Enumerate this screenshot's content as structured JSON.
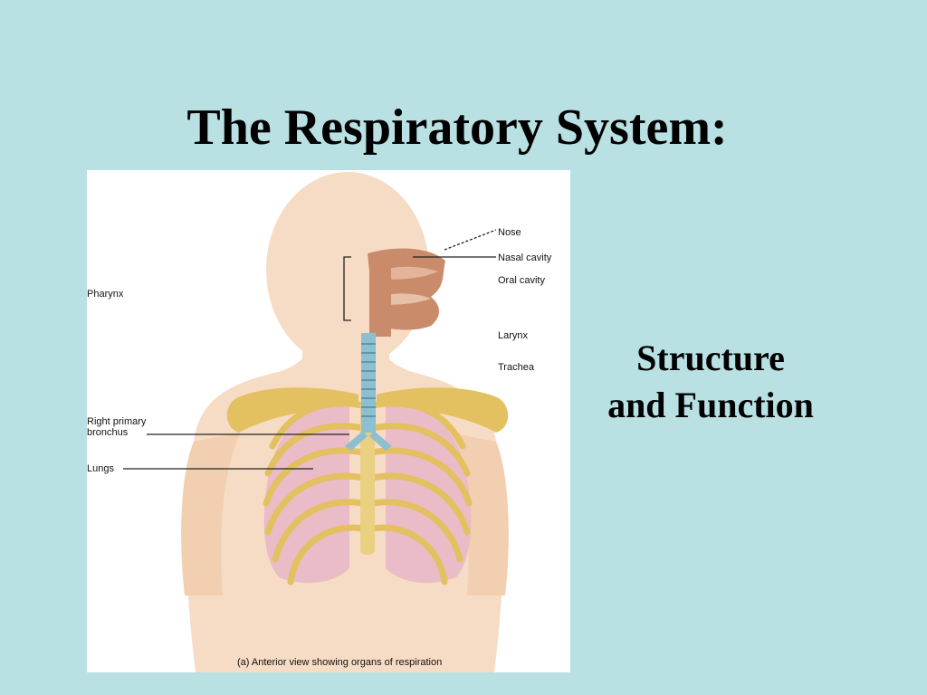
{
  "slide": {
    "title": "The Respiratory System:",
    "subtitle": "Structure\nand Function"
  },
  "figure": {
    "labels": {
      "nose": "Nose",
      "nasal_cavity": "Nasal cavity",
      "oral_cavity": "Oral cavity",
      "pharynx": "Pharynx",
      "larynx": "Larynx",
      "trachea": "Trachea",
      "right_primary_bronchus": "Right primary\nbronchus",
      "lungs": "Lungs"
    },
    "caption": "(a) Anterior view showing organs of respiration"
  },
  "colors": {
    "background": "#b9e0e3",
    "skin": "#f3d3b6",
    "bone": "#e6c56a",
    "lung": "#e7b8c4",
    "airway": "#7fb6c8",
    "nasal": "#c98b6a"
  }
}
